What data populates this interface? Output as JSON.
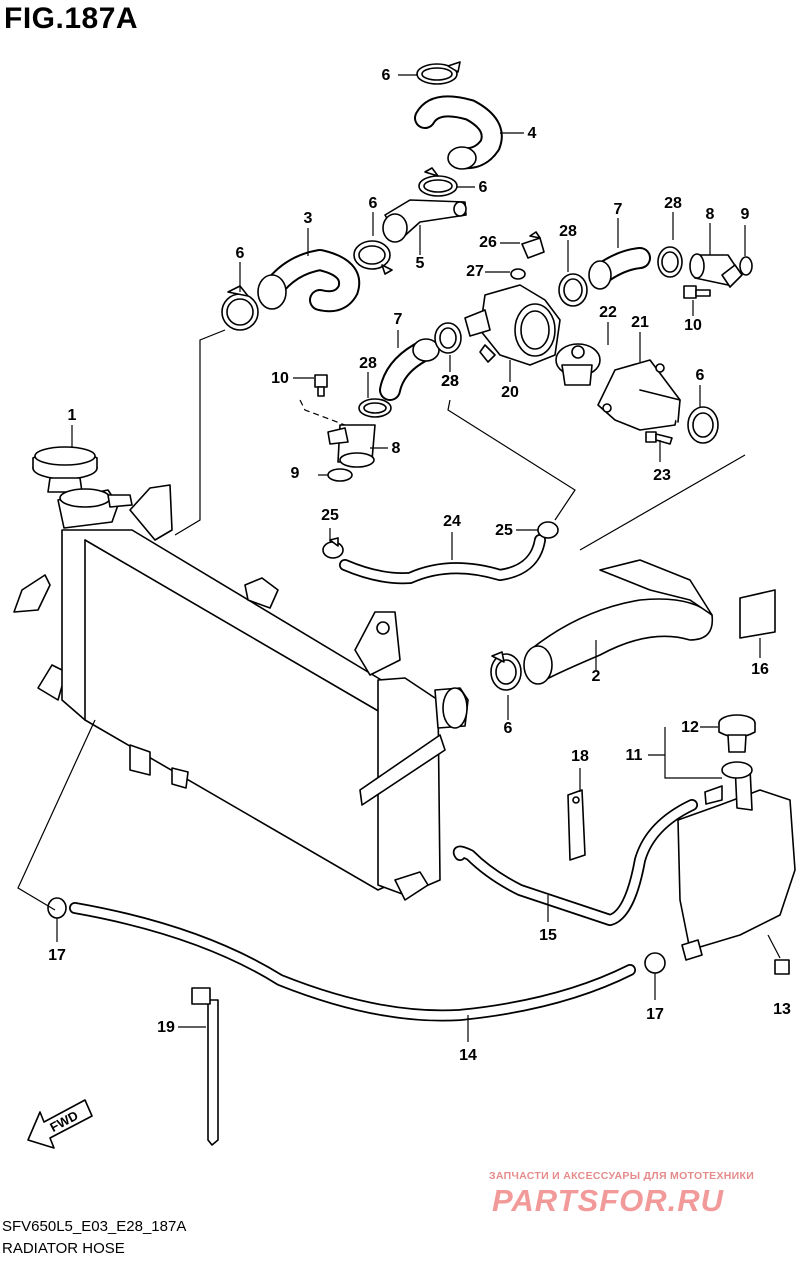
{
  "figure": {
    "title": "FIG.187A",
    "model_code": "SFV650L5_E03_E28_187A",
    "name": "RADIATOR HOSE"
  },
  "callouts": [
    "6",
    "4",
    "6",
    "3",
    "6",
    "5",
    "26",
    "28",
    "7",
    "28",
    "8",
    "9",
    "27",
    "6",
    "28",
    "10",
    "7",
    "22",
    "21",
    "10",
    "28",
    "28",
    "20",
    "6",
    "1",
    "8",
    "9",
    "23",
    "25",
    "24",
    "25",
    "16",
    "2",
    "12",
    "11",
    "18",
    "6",
    "15",
    "17",
    "13",
    "17",
    "19",
    "14"
  ],
  "fwd_label": "FWD",
  "watermark": {
    "line1": "ЗАПЧАСТИ И АКСЕССУАРЫ ДЛЯ МОТОТЕХНИКИ",
    "brand": "PARTSFOR.RU"
  },
  "colors": {
    "line": "#000000",
    "watermark": "#f29a9a"
  }
}
